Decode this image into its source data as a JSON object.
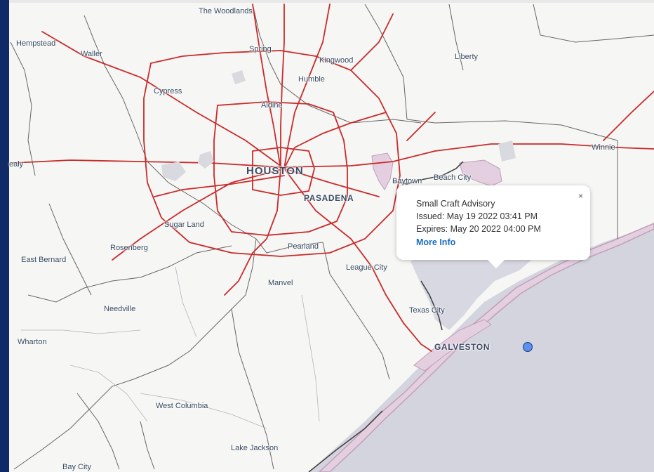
{
  "map": {
    "cities": {
      "the_woodlands": "The Woodlands",
      "hempstead": "Hempstead",
      "waller": "Waller",
      "spring": "Spring",
      "kingwood": "Kingwood",
      "liberty": "Liberty",
      "humble": "Humble",
      "cypress": "Cypress",
      "aldine": "Aldine",
      "winnie": "Winnie",
      "healy": "ealy",
      "houston": "HOUSTON",
      "baytown": "Baytown",
      "beach_city": "Beach City",
      "pasadena": "PASADENA",
      "sugar_land": "Sugar Land",
      "rosenberg": "Rosenberg",
      "pearland": "Pearland",
      "east_bernard": "East Bernard",
      "league_city": "League City",
      "manvel": "Manvel",
      "needville": "Needville",
      "texas_city": "Texas City",
      "wharton": "Wharton",
      "galveston": "GALVESTON",
      "west_columbia": "West Columbia",
      "lake_jackson": "Lake Jackson",
      "bay_city": "Bay City"
    },
    "colors": {
      "land": "#f6f6f5",
      "water": "#d4d4de",
      "advisory_fill": "#e4cfe0",
      "advisory_outline": "#bfa0b8",
      "highway": "#c92a2a",
      "county_line": "#555555",
      "marker": "#5b8ff0"
    }
  },
  "popup": {
    "title": "Small Craft Advisory",
    "issued": "Issued: May 19 2022 03:41 PM",
    "expires": "Expires: May 20 2022 04:00 PM",
    "link": "More Info",
    "close": "×"
  }
}
